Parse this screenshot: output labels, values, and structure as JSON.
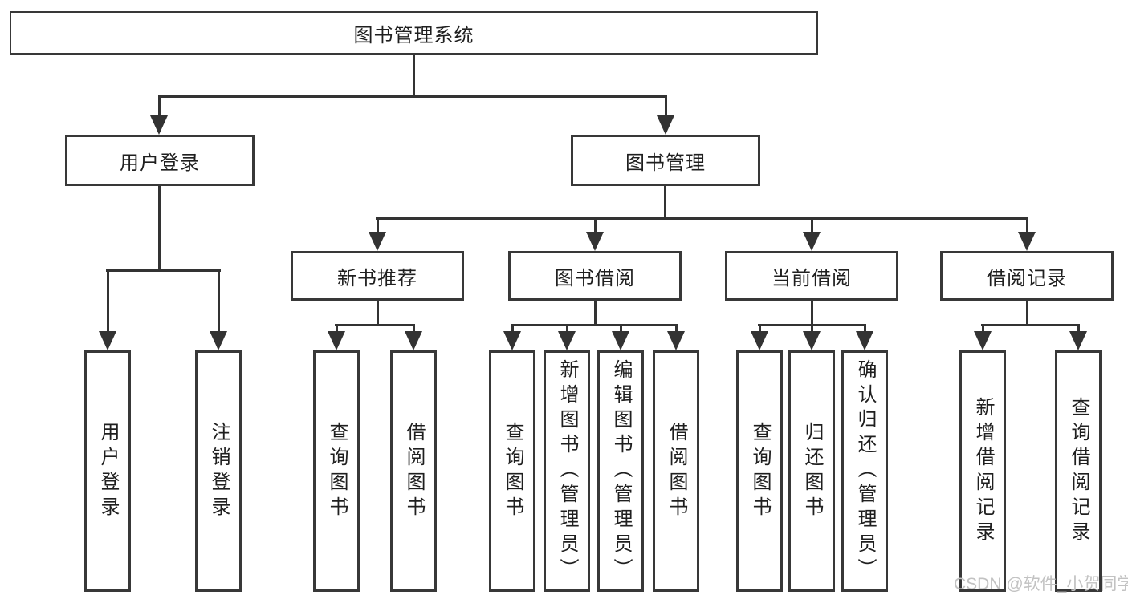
{
  "diagram": {
    "root": {
      "label": "图书管理系统"
    },
    "branches": [
      {
        "label": "用户登录",
        "children": [
          {
            "label": "用户登录"
          },
          {
            "label": "注销登录"
          }
        ]
      },
      {
        "label": "图书管理",
        "modules": [
          {
            "label": "新书推荐",
            "children": [
              {
                "label": "查询图书"
              },
              {
                "label": "借阅图书"
              }
            ]
          },
          {
            "label": "图书借阅",
            "children": [
              {
                "label": "查询图书"
              },
              {
                "label": "新增图书（管理员）"
              },
              {
                "label": "编辑图书（管理员）"
              },
              {
                "label": "借阅图书"
              }
            ]
          },
          {
            "label": "当前借阅",
            "children": [
              {
                "label": "查询图书"
              },
              {
                "label": "归还图书"
              },
              {
                "label": "确认归还（管理员）"
              }
            ]
          },
          {
            "label": "借阅记录",
            "children": [
              {
                "label": "新增借阅记录"
              },
              {
                "label": "查询借阅记录"
              }
            ]
          }
        ]
      }
    ]
  },
  "watermark": {
    "text": "CSDN @软件_小贺同学"
  },
  "colors": {
    "line": "#333333",
    "box_border": "#383838",
    "box_fill": "#ffffff",
    "text": "#1f1f1f",
    "page_bg": "#ffffff",
    "watermark": "#c2c2c2"
  }
}
